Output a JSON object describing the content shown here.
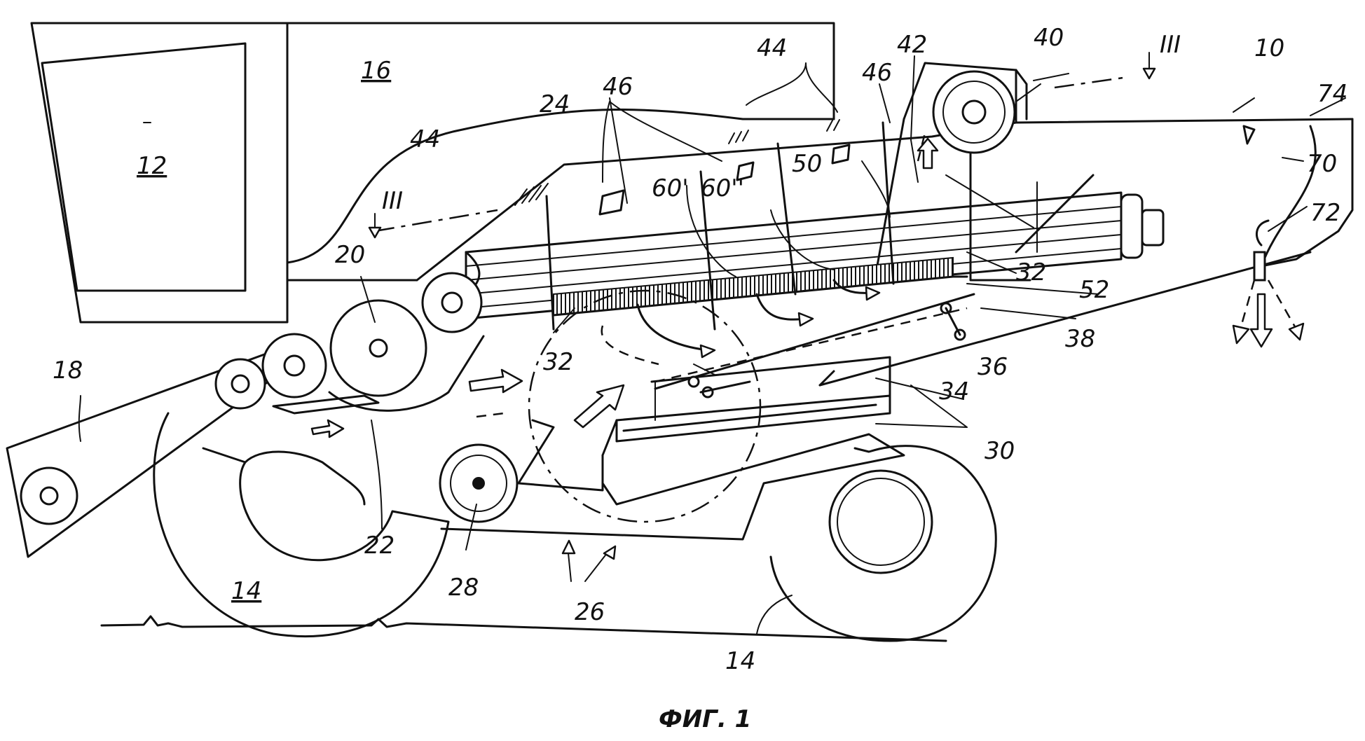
{
  "figure": {
    "caption": "ФИГ. 1",
    "labels": [
      {
        "id": "10",
        "text": "10"
      },
      {
        "id": "12",
        "text": "12"
      },
      {
        "id": "14a",
        "text": "14"
      },
      {
        "id": "14b",
        "text": "14"
      },
      {
        "id": "16",
        "text": "16"
      },
      {
        "id": "18",
        "text": "18"
      },
      {
        "id": "20",
        "text": "20"
      },
      {
        "id": "22",
        "text": "22"
      },
      {
        "id": "24",
        "text": "24"
      },
      {
        "id": "26",
        "text": "26"
      },
      {
        "id": "28",
        "text": "28"
      },
      {
        "id": "30",
        "text": "30"
      },
      {
        "id": "32a",
        "text": "32"
      },
      {
        "id": "32b",
        "text": "32"
      },
      {
        "id": "34",
        "text": "34"
      },
      {
        "id": "36",
        "text": "36"
      },
      {
        "id": "38",
        "text": "38"
      },
      {
        "id": "40",
        "text": "40"
      },
      {
        "id": "42",
        "text": "42"
      },
      {
        "id": "44a",
        "text": "44"
      },
      {
        "id": "44b",
        "text": "44"
      },
      {
        "id": "46a",
        "text": "46"
      },
      {
        "id": "46b",
        "text": "46"
      },
      {
        "id": "50",
        "text": "50"
      },
      {
        "id": "52",
        "text": "52"
      },
      {
        "id": "60p",
        "text": "60'"
      },
      {
        "id": "60pp",
        "text": "60''"
      },
      {
        "id": "70",
        "text": "70"
      },
      {
        "id": "72",
        "text": "72"
      },
      {
        "id": "74",
        "text": "74"
      },
      {
        "id": "III_a",
        "text": "III"
      },
      {
        "id": "III_b",
        "text": "III"
      }
    ]
  }
}
